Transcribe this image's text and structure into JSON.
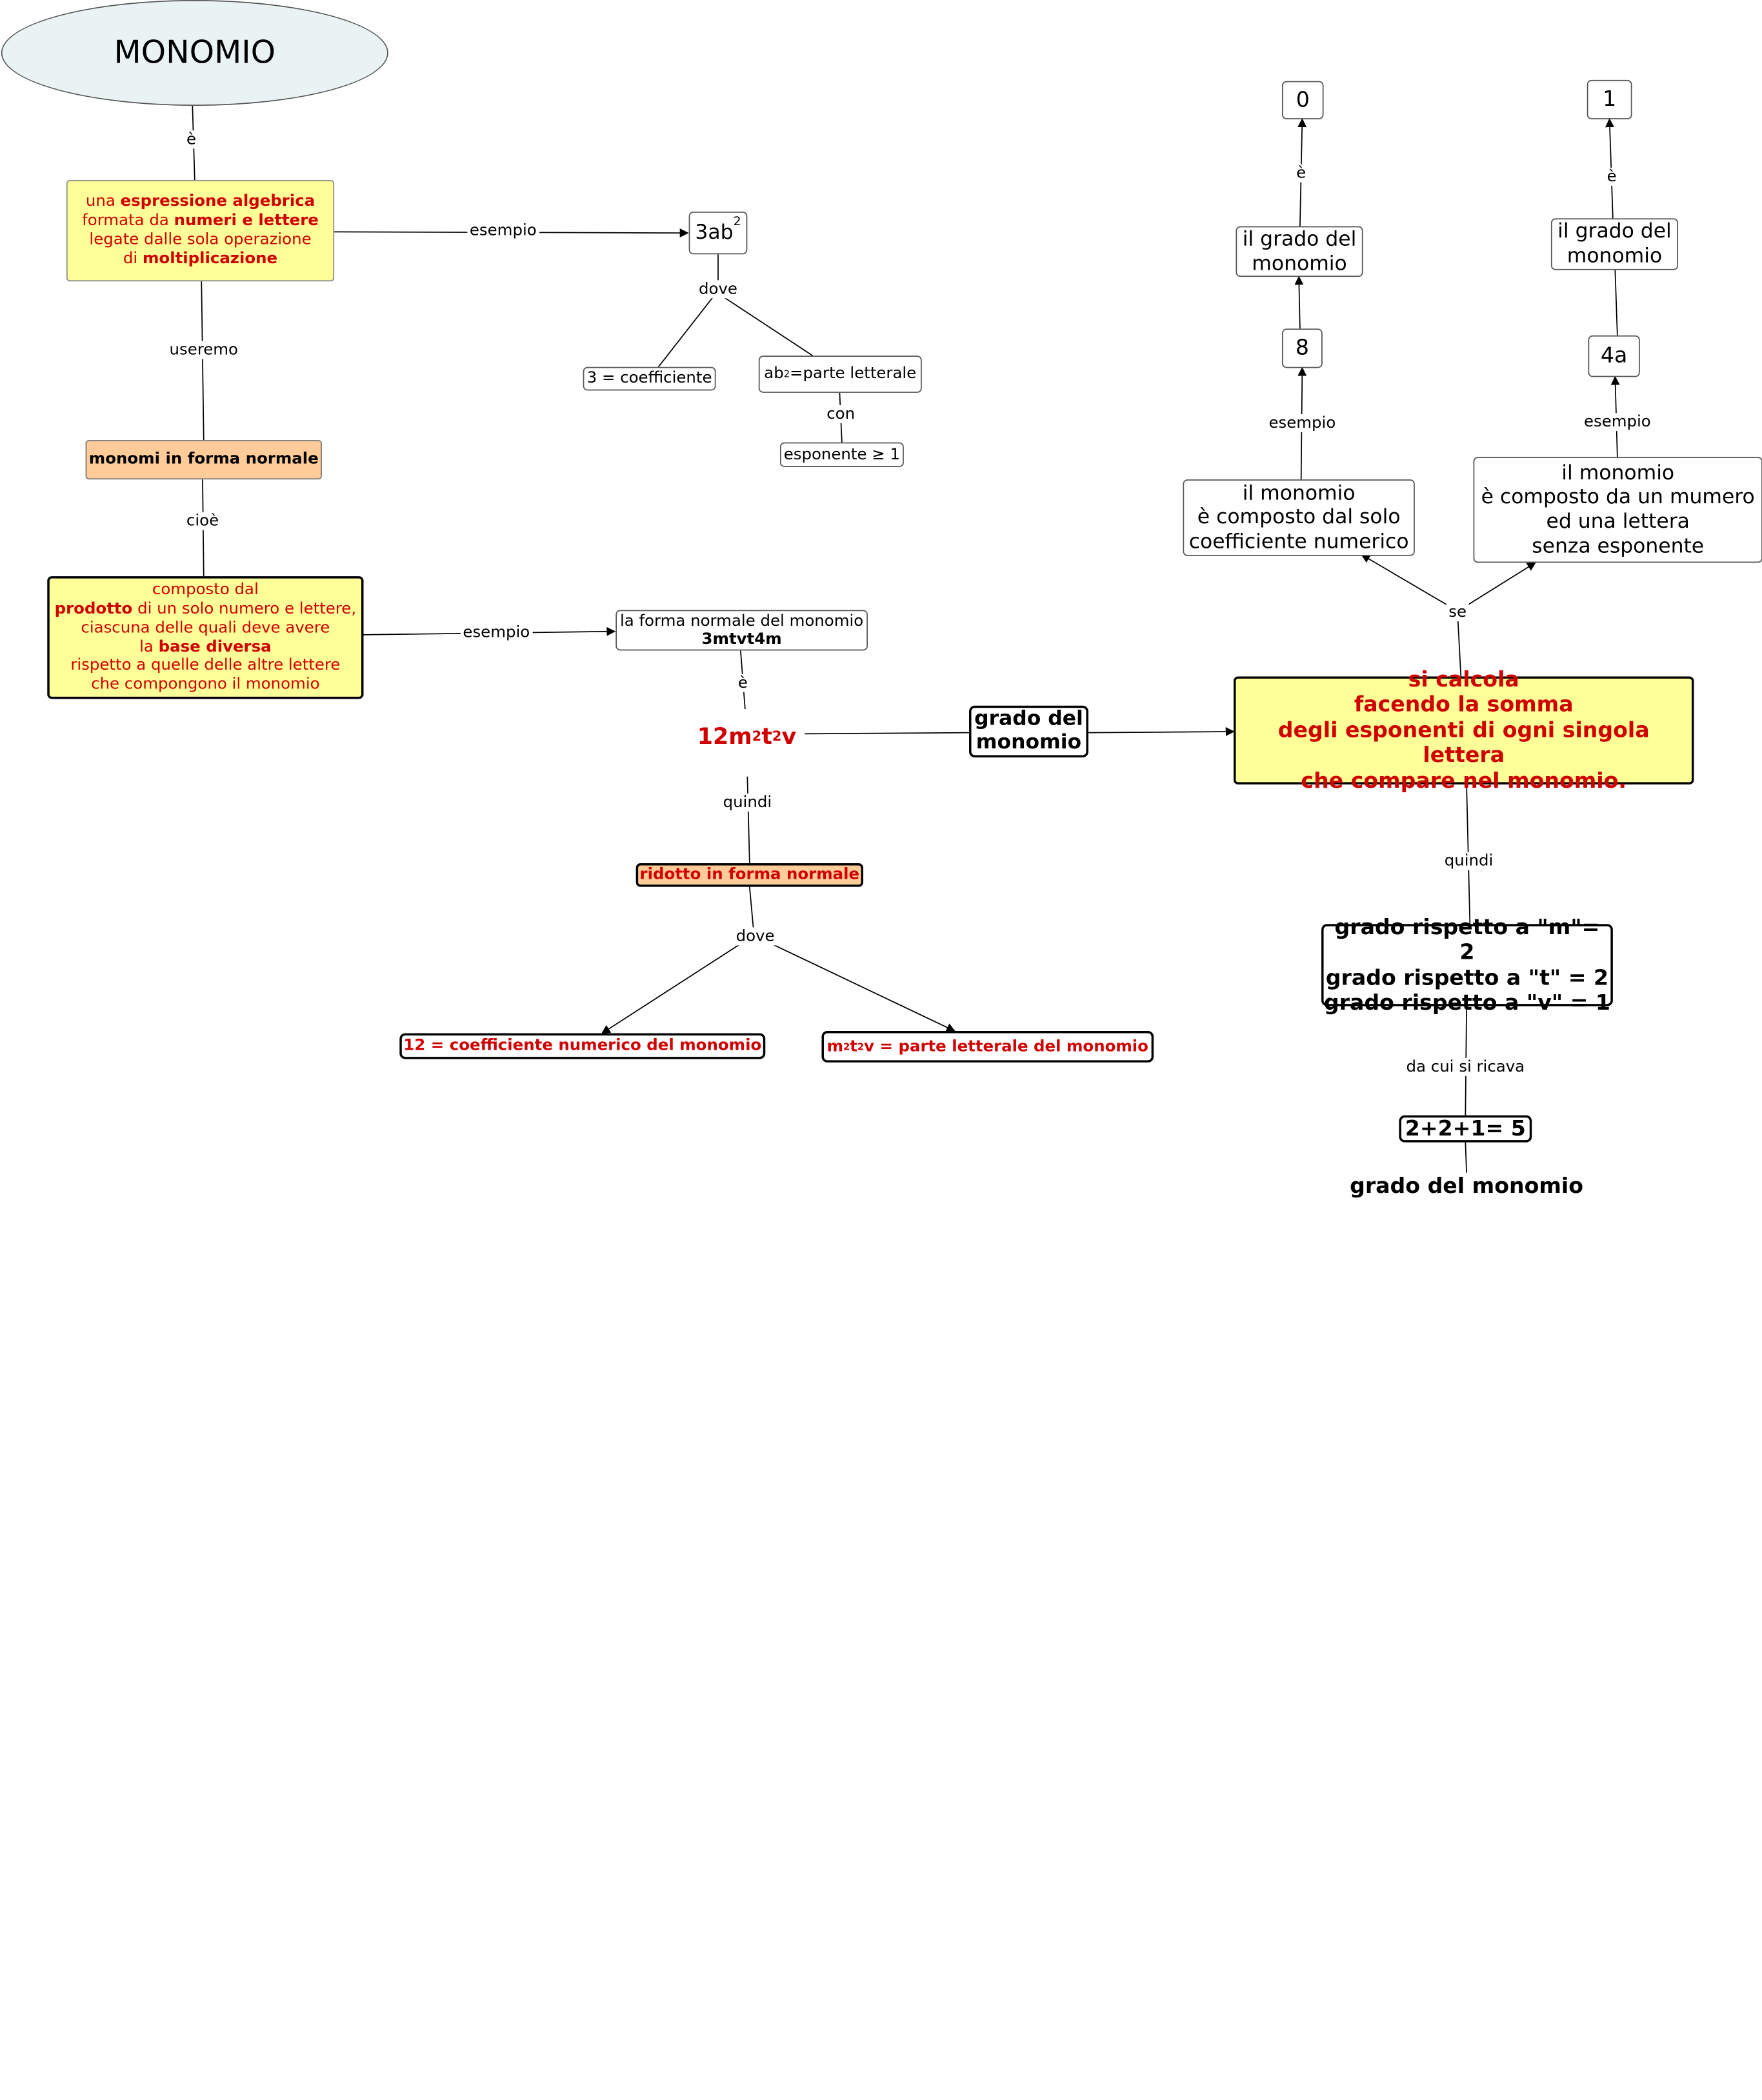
{
  "title": "MONOMIO",
  "nodes": {
    "definition": {
      "t1": "una ",
      "b1": "espressione algebrica",
      "t2": "formata da ",
      "b2": "numeri e lettere",
      "t3": "legate dalle sola operazione",
      "t4": "di ",
      "b3": "moltiplicazione"
    },
    "example_3ab": {
      "base": "3ab",
      "exp": "2"
    },
    "coefficient": "3 = coefficiente",
    "literal_part": {
      "a": "ab",
      "exp": "2",
      "b": " =parte letterale"
    },
    "exponent": "esponente ≥ 1",
    "normal_form": "monomi in forma normale",
    "composed": {
      "l1": "composto dal",
      "b1": "prodotto",
      "l2": " di un solo numero e lettere,",
      "l3": "ciascuna delle quali deve avere",
      "l4": "la ",
      "b2": "base diversa",
      "l5": "rispetto a quelle delle altre lettere",
      "l6": "che compongono il monomio"
    },
    "normal_form_example": {
      "line1": "la forma normale del monomio",
      "line2": "3mtvt4m"
    },
    "result": {
      "a": "12m",
      "e1": "2",
      "b": "t",
      "e2": "2",
      "c": "v"
    },
    "reduced": "ridotto in forma normale",
    "coeff12": "12 = coefficiente numerico del monomio",
    "literal2": {
      "a": "m",
      "e1": "2",
      "b": "t",
      "e2": "2",
      "c": "v = parte letterale del monomio"
    },
    "degree": {
      "l1": "grado del",
      "l2": "monomio"
    },
    "rule": {
      "l1": "si calcola",
      "l2": "facendo la somma",
      "l3": "degli esponenti di ogni singola lettera",
      "l4": "che compare nel monomio."
    },
    "mono_coeff": {
      "l1": "il monomio",
      "l2": "è composto dal solo",
      "l3": "coefficiente numerico"
    },
    "mono_letter": {
      "l1": "il monomio",
      "l2": "è composto da un mumero",
      "l3": "ed una lettera",
      "l4": "senza esponente"
    },
    "eight": "8",
    "fourA": "4a",
    "degree_a": {
      "l1": "il grado del",
      "l2": "monomio"
    },
    "degree_b": {
      "l1": "il grado del",
      "l2": "monomio"
    },
    "zero": "0",
    "one": "1",
    "degrees": {
      "l1": "grado rispetto a \"m\"= 2",
      "l2": "grado rispetto a \"t\" = 2",
      "l3": "grado rispetto a \"v\" = 1"
    },
    "sum": "2+2+1= 5",
    "final": "grado del monomio"
  },
  "labels": {
    "e": "è",
    "esempio": "esempio",
    "dove": "dove",
    "useremo": "useremo",
    "con": "con",
    "cioe": "cioè",
    "quindi": "quindi",
    "se": "se",
    "da_cui": "da cui si ricava"
  }
}
